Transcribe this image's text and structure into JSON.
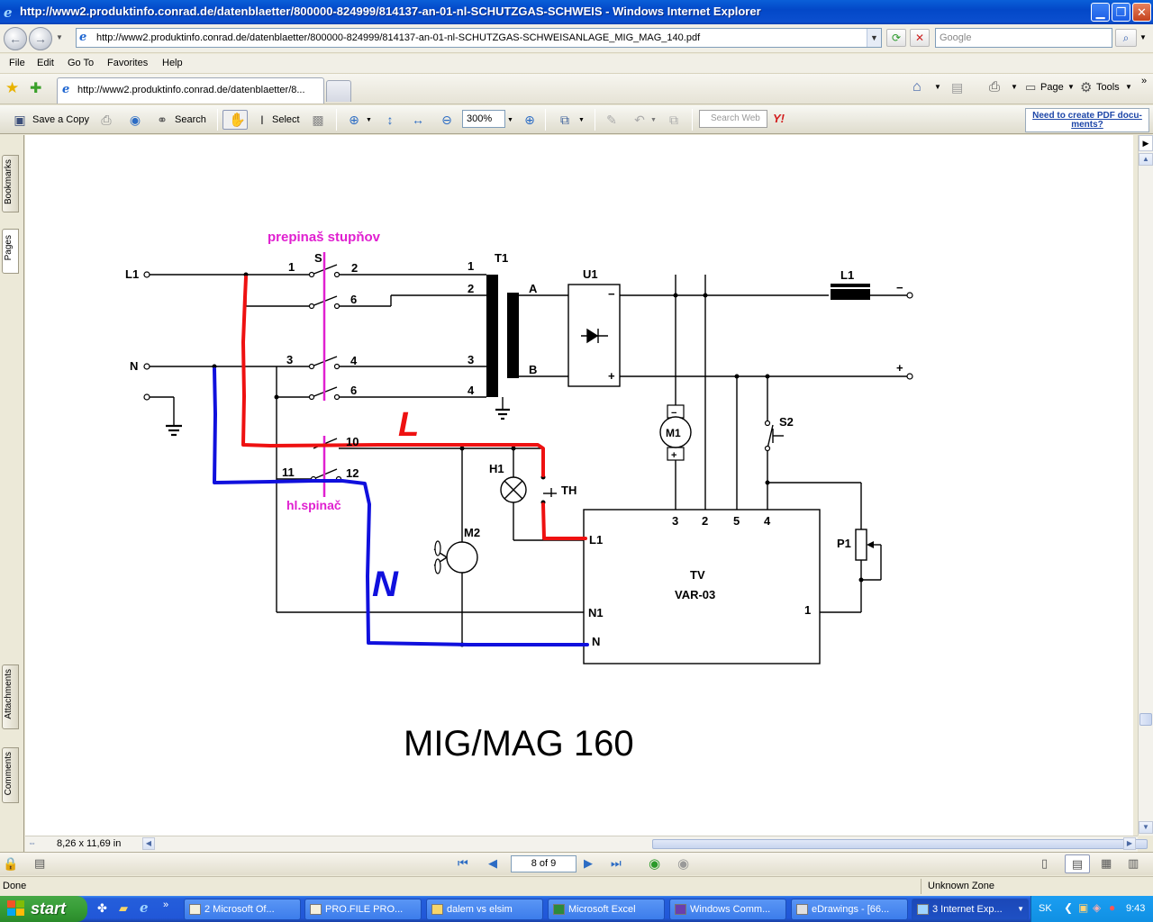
{
  "window": {
    "title": "http://www2.produktinfo.conrad.de/datenblaetter/800000-824999/814137-an-01-nl-SCHUTZGAS-SCHWEIS - Windows Internet Explorer",
    "url": "http://www2.produktinfo.conrad.de/datenblaetter/800000-824999/814137-an-01-nl-SCHUTZGAS-SCHWEISANLAGE_MIG_MAG_140.pdf",
    "search_placeholder": "Google"
  },
  "menu": [
    "File",
    "Edit",
    "Go To",
    "Favorites",
    "Help"
  ],
  "tab": {
    "label": "http://www2.produktinfo.conrad.de/datenblaetter/8..."
  },
  "commands": {
    "page": "Page",
    "tools": "Tools"
  },
  "acrobat": {
    "save_copy": "Save a Copy",
    "search": "Search",
    "select": "Select",
    "zoom": "300%",
    "search_web_placeholder": "Search Web",
    "need_pdf_line1": "Need to create PDF docu-",
    "need_pdf_line2": "ments?"
  },
  "side_tabs": {
    "bookmarks": "Bookmarks",
    "pages": "Pages",
    "attachments": "Attachments",
    "comments": "Comments"
  },
  "status": {
    "page_size": "8,26 x 11,69 in",
    "page_indicator": "8 of 9",
    "done": "Done",
    "zone": "Unknown Zone"
  },
  "taskbar": {
    "start": "start",
    "tasks": [
      "2 Microsoft Of...",
      "PRO.FILE PRO...",
      "dalem vs elsim",
      "Microsoft Excel",
      "Windows Comm...",
      "eDrawings - [66...",
      "3 Internet Exp..."
    ],
    "lang": "SK",
    "clock": "9:43"
  },
  "schematic": {
    "title": "MIG/MAG 160",
    "annotation_switch": "prepinaš stupňov",
    "annotation_main": "hl.spinač",
    "hand_L": "L",
    "hand_N": "N",
    "labels": {
      "L1_in": "L1",
      "N_in": "N",
      "S": "S",
      "T1": "T1",
      "U1": "U1",
      "L1_choke": "L1",
      "A": "A",
      "B": "B",
      "minus": "−",
      "plus": "+",
      "S2": "S2",
      "M1": "M1",
      "M2": "M2",
      "H1": "H1",
      "TH": "TH",
      "P1": "P1",
      "TV": "TV",
      "VAR": "VAR-03",
      "tv_L1": "L1",
      "tv_N1": "N1",
      "tv_N": "N",
      "tv_1": "1",
      "tv_3": "3",
      "tv_2": "2",
      "tv_5": "5",
      "tv_4": "4",
      "sw_1": "1",
      "sw_2": "2",
      "sw_6a": "6",
      "sw_3": "3",
      "sw_4": "4",
      "sw_6b": "6",
      "sw_10": "10",
      "sw_11": "11",
      "sw_12": "12",
      "t_1": "1",
      "t_2": "2",
      "t_3": "3",
      "t_4": "4",
      "u_minus": "−",
      "u_plus": "+",
      "m1_minus": "−",
      "m1_plus": "+"
    }
  },
  "colors": {
    "live": "#ee1111",
    "neutral": "#1010dd",
    "annotation": "#e020d0"
  }
}
